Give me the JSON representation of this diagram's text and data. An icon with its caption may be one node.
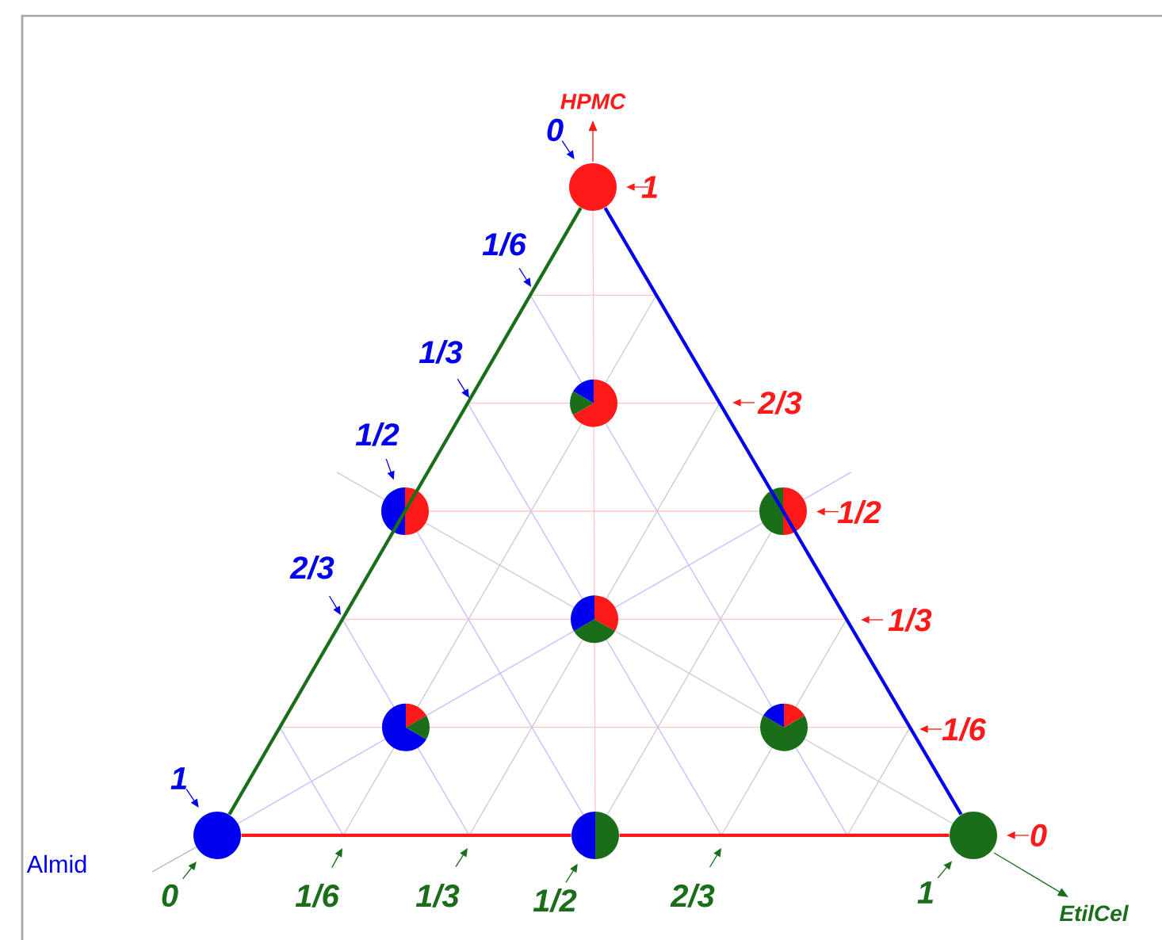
{
  "diagram": {
    "nodes": [
      {
        "text": [],
        "shape": "circle"
      },
      {
        "text": [],
        "shape": "circle"
      },
      {
        "text": [],
        "shape": "circle"
      },
      {
        "text": [],
        "shape": "circle"
      },
      {
        "text": [],
        "shape": "circle"
      },
      {
        "text": [],
        "shape": "circle"
      },
      {
        "text": [],
        "shape": "circle"
      },
      {
        "text": [],
        "shape": "circle"
      },
      {
        "text": [],
        "shape": "circle"
      },
      {
        "text": [],
        "shape": "circle"
      }
    ],
    "edges": [
      {
        "from": 7,
        "to": 0,
        "arrow": "none",
        "color": "#1a6e1a"
      },
      {
        "from": 0,
        "to": 9,
        "arrow": "none",
        "color": "#0000ee"
      },
      {
        "from": 7,
        "to": 8,
        "arrow": "none",
        "color": "#ff1a1a"
      },
      {
        "from": 8,
        "to": 9,
        "arrow": "none",
        "color": "#ff1a1a"
      }
    ],
    "labels": [
      "HPMC",
      "0",
      "1",
      "1/6",
      "1/3",
      "2/3",
      "1/2",
      "1/2",
      "2/3",
      "1/3",
      "1/6",
      "1",
      "0",
      "Almid",
      "0",
      "1/6",
      "1/3",
      "1/2",
      "2/3",
      "1",
      "EtilCel"
    ]
  }
}
